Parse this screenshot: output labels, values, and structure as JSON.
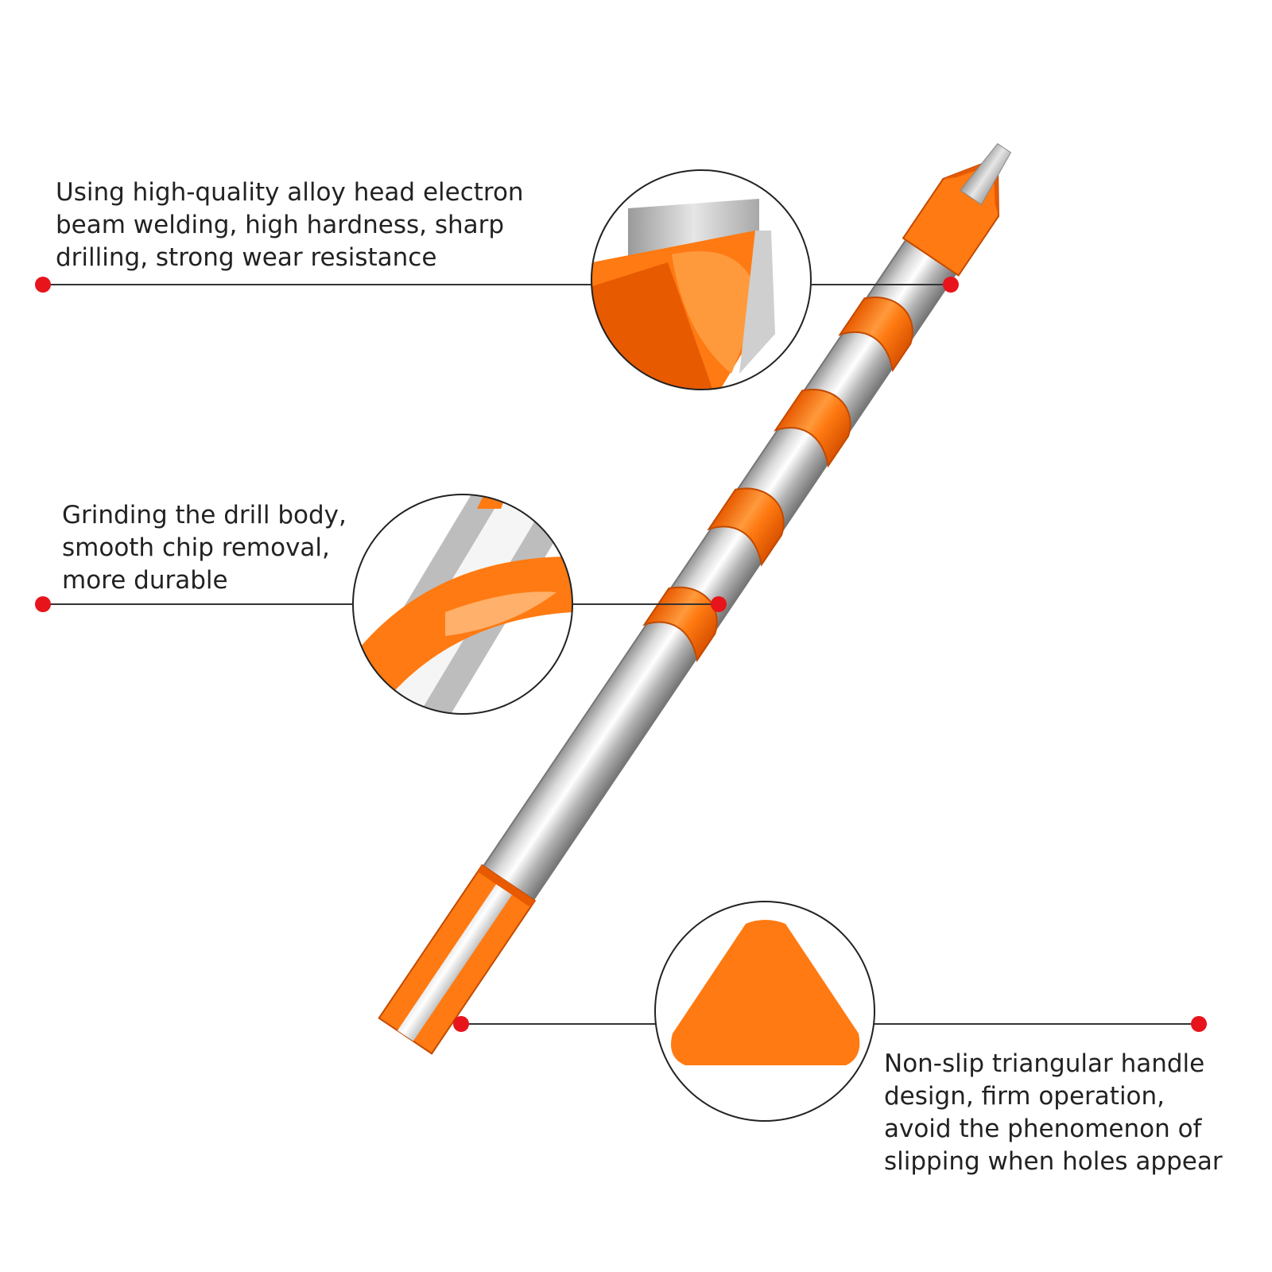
{
  "colors": {
    "orange": "#ff7a12",
    "orange_dark": "#e85a00",
    "steel_light": "#f2f2f2",
    "steel_mid": "#b9b9b9",
    "steel_dark": "#6e6e6e",
    "leader_line": "#333333",
    "dot": "#e8141c"
  },
  "callouts": {
    "tip": {
      "lines": [
        "Using high-quality alloy head electron",
        "beam welding, high hardness, sharp",
        "drilling, strong wear resistance"
      ]
    },
    "body": {
      "lines": [
        "Grinding the drill body,",
        "smooth chip removal,",
        "more durable"
      ]
    },
    "shank": {
      "lines": [
        "Non-slip triangular handle",
        "design, firm operation,",
        "avoid the phenomenon of",
        "slipping when holes appear"
      ]
    }
  },
  "illustration": {
    "subject": "masonry-drill-bit",
    "zoom_views": [
      "carbide-tip",
      "spiral-flute",
      "triangular-shank-cross-section"
    ]
  }
}
